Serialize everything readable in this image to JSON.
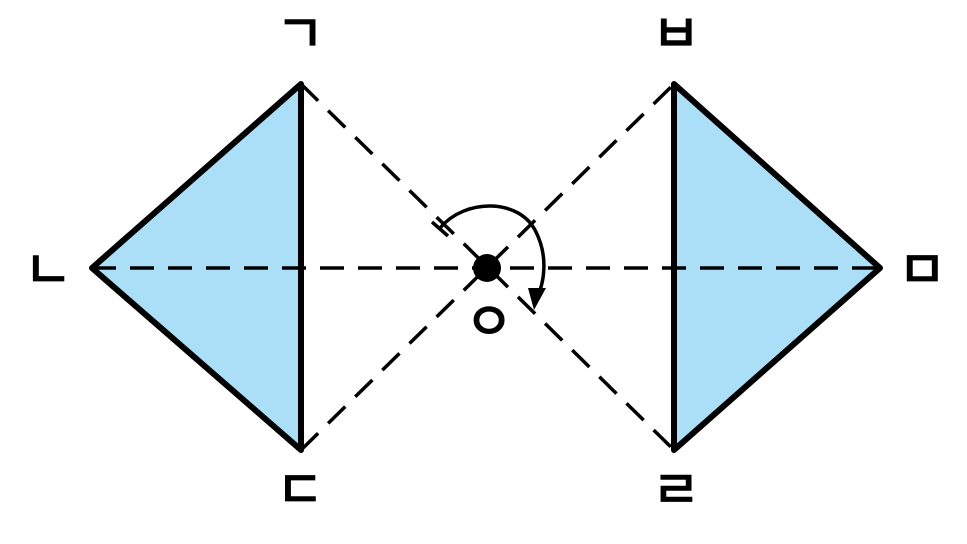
{
  "colors": {
    "triangle_fill": "#aadff7",
    "stroke": "#000000",
    "background": "#ffffff"
  },
  "labels": {
    "giyeok": "ㄱ",
    "nieun": "ㄴ",
    "digeut": "ㄷ",
    "rieul": "ㄹ",
    "mieum": "ㅁ",
    "bieup": "ㅂ",
    "ieung": "ㅇ"
  }
}
